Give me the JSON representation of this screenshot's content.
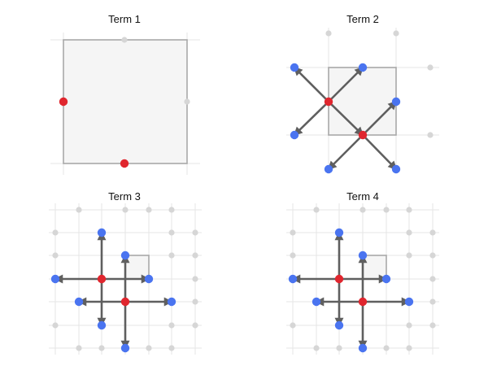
{
  "colors": {
    "grid": "#e6e6e6",
    "square_stroke": "#a8a8a8",
    "square_fill": "#f5f5f5",
    "arrow": "#5f5f5f",
    "point_gray": "#d6d6d6",
    "point_red": "#e0262e",
    "point_blue": "#4a74f0",
    "text": "#111111"
  },
  "panels": [
    {
      "id": "term-1",
      "title": "Term 1"
    },
    {
      "id": "term-2",
      "title": "Term 2"
    },
    {
      "id": "term-3",
      "title": "Term 3"
    },
    {
      "id": "term-4",
      "title": "Term 4"
    }
  ]
}
